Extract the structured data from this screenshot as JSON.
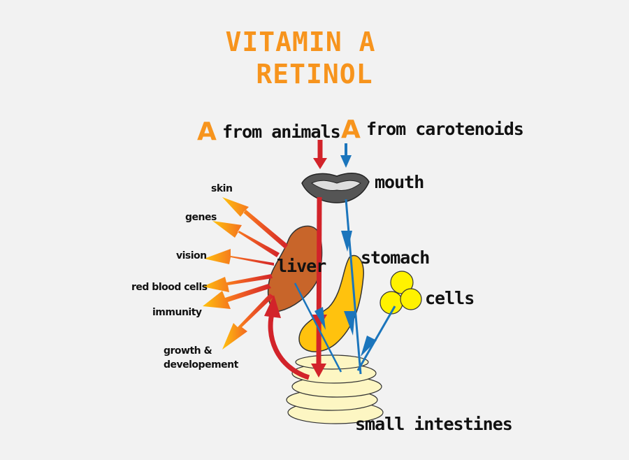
{
  "title": {
    "line1": "VITAMIN A",
    "line2": "RETINOL"
  },
  "sources": {
    "animal_letter": "A",
    "animal_label": "from animals",
    "carotenoid_letter": "A",
    "carotenoid_label": "from carotenoids"
  },
  "organs": {
    "mouth": "mouth",
    "liver": "liver",
    "stomach": "stomach",
    "cells": "cells",
    "intestines": "small intestines"
  },
  "functions": [
    "skin",
    "genes",
    "vision",
    "red blood cells",
    "immunity",
    "growth &",
    "developement"
  ],
  "colors": {
    "title": "#f7941d",
    "animal_path": "#d2232a",
    "carotenoid_path": "#1b75bc",
    "liver": "#c8652a",
    "stomach": "#ffc20e",
    "cells": "#fff200",
    "intestines": "#fdf6c3"
  }
}
